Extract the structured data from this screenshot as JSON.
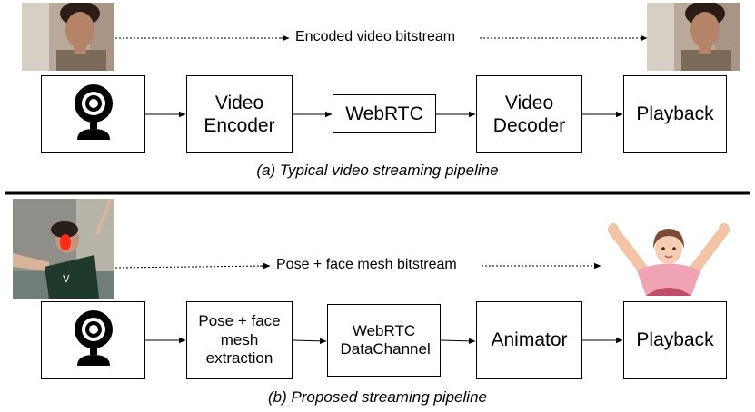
{
  "pipeline_a": {
    "stream_label": "Encoded video bitstream",
    "boxes": {
      "encoder": "Video Encoder",
      "transport": "WebRTC",
      "decoder": "Video Decoder",
      "playback": "Playback"
    },
    "caption": "(a) Typical video streaming pipeline"
  },
  "pipeline_b": {
    "stream_label": "Pose + face mesh bitstream",
    "boxes": {
      "extraction": "Pose + face mesh extraction",
      "transport": "WebRTC DataChannel",
      "animator": "Animator",
      "playback": "Playback"
    },
    "caption": "(b) Proposed streaming pipeline"
  },
  "icons": {
    "webcam": "webcam-icon",
    "source_photo": "person-photo",
    "avatar": "cartoon-avatar"
  }
}
